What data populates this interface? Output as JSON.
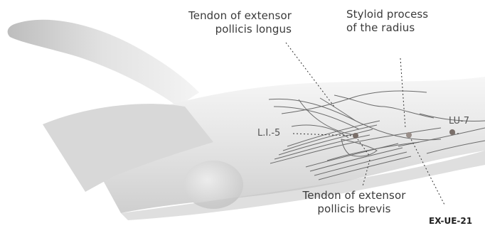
{
  "labels": {
    "tendon_epl": [
      "Tendon of extensor",
      "pollicis longus"
    ],
    "styloid": [
      "Styloid process",
      "of the radius"
    ],
    "tendon_epb": [
      "Tendon of extensor",
      "pollicis brevis"
    ],
    "point_li5": "L.I.-5",
    "point_lu7": "LU-7",
    "figure_code": "EX-UE-21"
  },
  "colors": {
    "arm_fill": "#e8e8e8",
    "arm_shade": "#cfcfcf",
    "tendon_line": "#6b6b6b",
    "point_fill": "#7a6f6a",
    "text": "#3a3a3a"
  }
}
